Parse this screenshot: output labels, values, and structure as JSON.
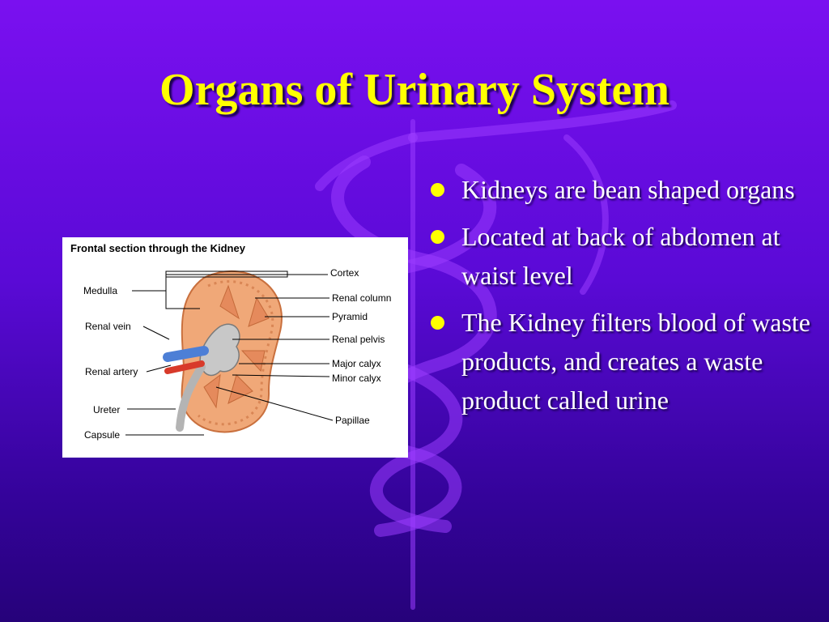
{
  "slide": {
    "title": "Organs of Urinary System",
    "bullets": [
      "Kidneys are bean shaped organs",
      "Located at back of abdomen at waist level",
      "The Kidney filters blood of waste products, and creates a waste product called urine"
    ]
  },
  "figure": {
    "heading": "Frontal section through the Kidney",
    "left_labels": [
      "Medulla",
      "Renal vein",
      "Renal artery",
      "Ureter",
      "Capsule"
    ],
    "right_labels": [
      "Cortex",
      "Renal column",
      "Pyramid",
      "Renal pelvis",
      "Major calyx",
      "Minor calyx",
      "Papillae"
    ]
  },
  "watermark_icon": "caduceus-icon",
  "colors": {
    "title": "#ffff00",
    "bullet": "#ffff00",
    "text": "#ffffff",
    "bg_top": "#7a10f0",
    "bg_bottom": "#26027a"
  }
}
